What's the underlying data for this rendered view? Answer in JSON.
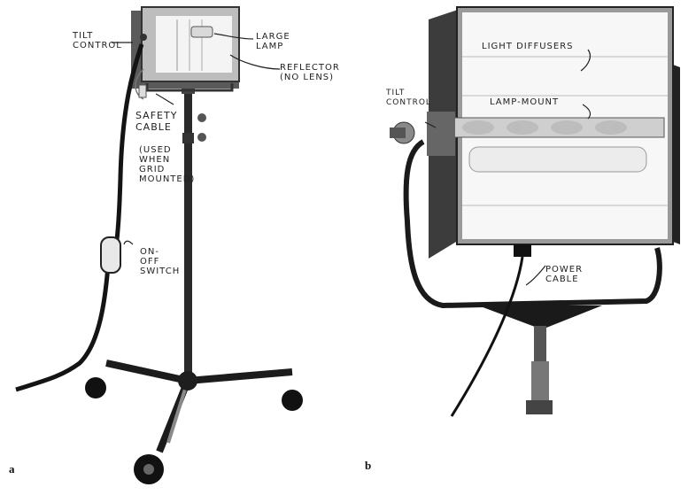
{
  "figure": {
    "panel_a": {
      "letter": "a",
      "callouts": {
        "tilt_control": "TILT\nCONTROL",
        "large_lamp": "LARGE\nLAMP",
        "reflector": "REFLECTOR\n(NO LENS)",
        "safety_cable": "SAFETY\nCABLE",
        "safety_note": "(USED\nWHEN\nGRID\nMOUNTED)",
        "switch": "ON-\nOFF\nSWITCH"
      }
    },
    "panel_b": {
      "letter": "b",
      "callouts": {
        "tilt_control": "TILT\nCONTROL",
        "light_diffusers": "LIGHT DIFFUSERS",
        "lamp_mount": "LAMP-MOUNT",
        "power_cable": "POWER\nCABLE"
      }
    }
  }
}
